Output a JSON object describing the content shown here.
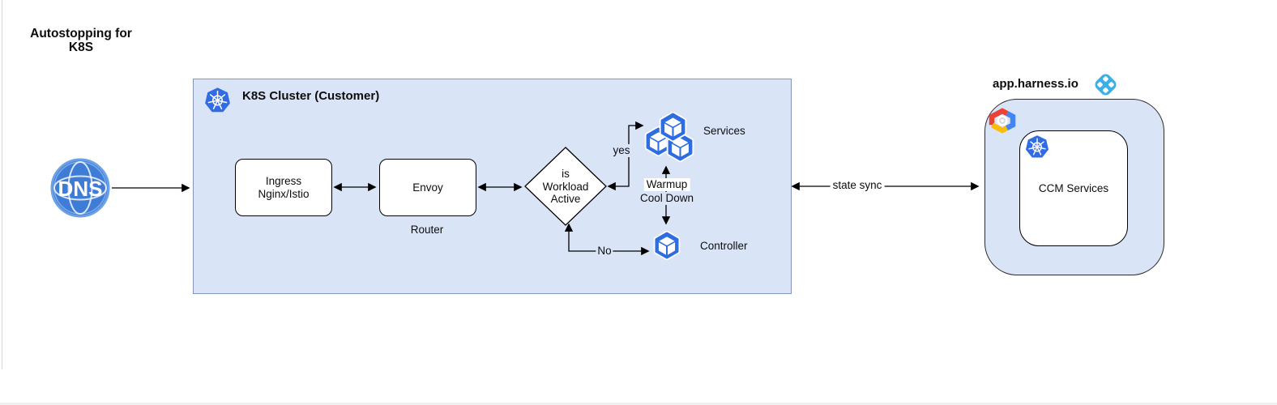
{
  "page": {
    "title_line1": "Autostopping for",
    "title_line2": "K8S"
  },
  "cluster": {
    "title": "K8S Cluster (Customer)"
  },
  "nodes": {
    "dns": "DNS",
    "ingress_line1": "Ingress",
    "ingress_line2": "Nginx/Istio",
    "envoy": "Envoy",
    "router": "Router",
    "decision_line1": "is",
    "decision_line2": "Workload",
    "decision_line3": "Active",
    "services": "Services",
    "controller": "Controller"
  },
  "edges": {
    "yes": "yes",
    "no": "No",
    "warmup": "Warmup",
    "cooldown": "Cool Down",
    "state_sync": "state sync"
  },
  "harness": {
    "domain": "app.harness.io",
    "ccm": "CCM Services"
  },
  "icons": {
    "dns": "blue-globe",
    "kubernetes": "k8s-helm-wheel-heptagon",
    "cube": "container-cube",
    "harness_logo": "harness-blue-diamond",
    "gcp": "google-cloud-hexagon"
  },
  "colors": {
    "cluster_fill": "#d9e4f7",
    "cluster_border": "#8595ba",
    "kubernetes_blue": "#326ce5",
    "cube_blue": "#2e6ce2",
    "dns_blue": "#3e7cd7",
    "harness_blue": "#3bafe8",
    "gcp_red": "#EA4335",
    "gcp_blue": "#4285F4",
    "gcp_yellow": "#FBBC05",
    "connector": "#000000"
  }
}
